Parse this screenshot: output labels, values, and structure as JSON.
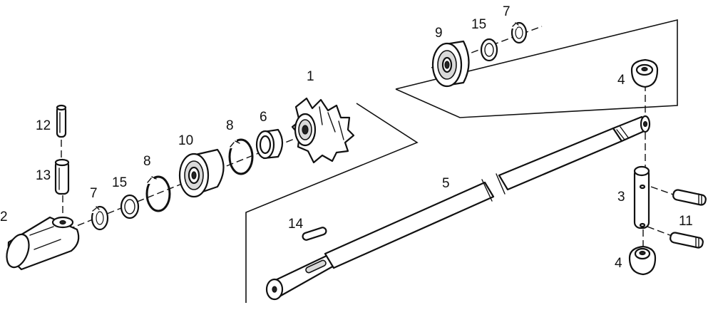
{
  "callouts": {
    "c1": "1",
    "c2": "2",
    "c3": "3",
    "c4_top": "4",
    "c4_bottom": "4",
    "c5": "5",
    "c6": "6",
    "c7_left": "7",
    "c7_top": "7",
    "c8_left": "8",
    "c8_right": "8",
    "c9": "9",
    "c10": "10",
    "c11": "11",
    "c12": "12",
    "c13": "13",
    "c14": "14",
    "c15_left": "15",
    "c15_top": "15"
  }
}
